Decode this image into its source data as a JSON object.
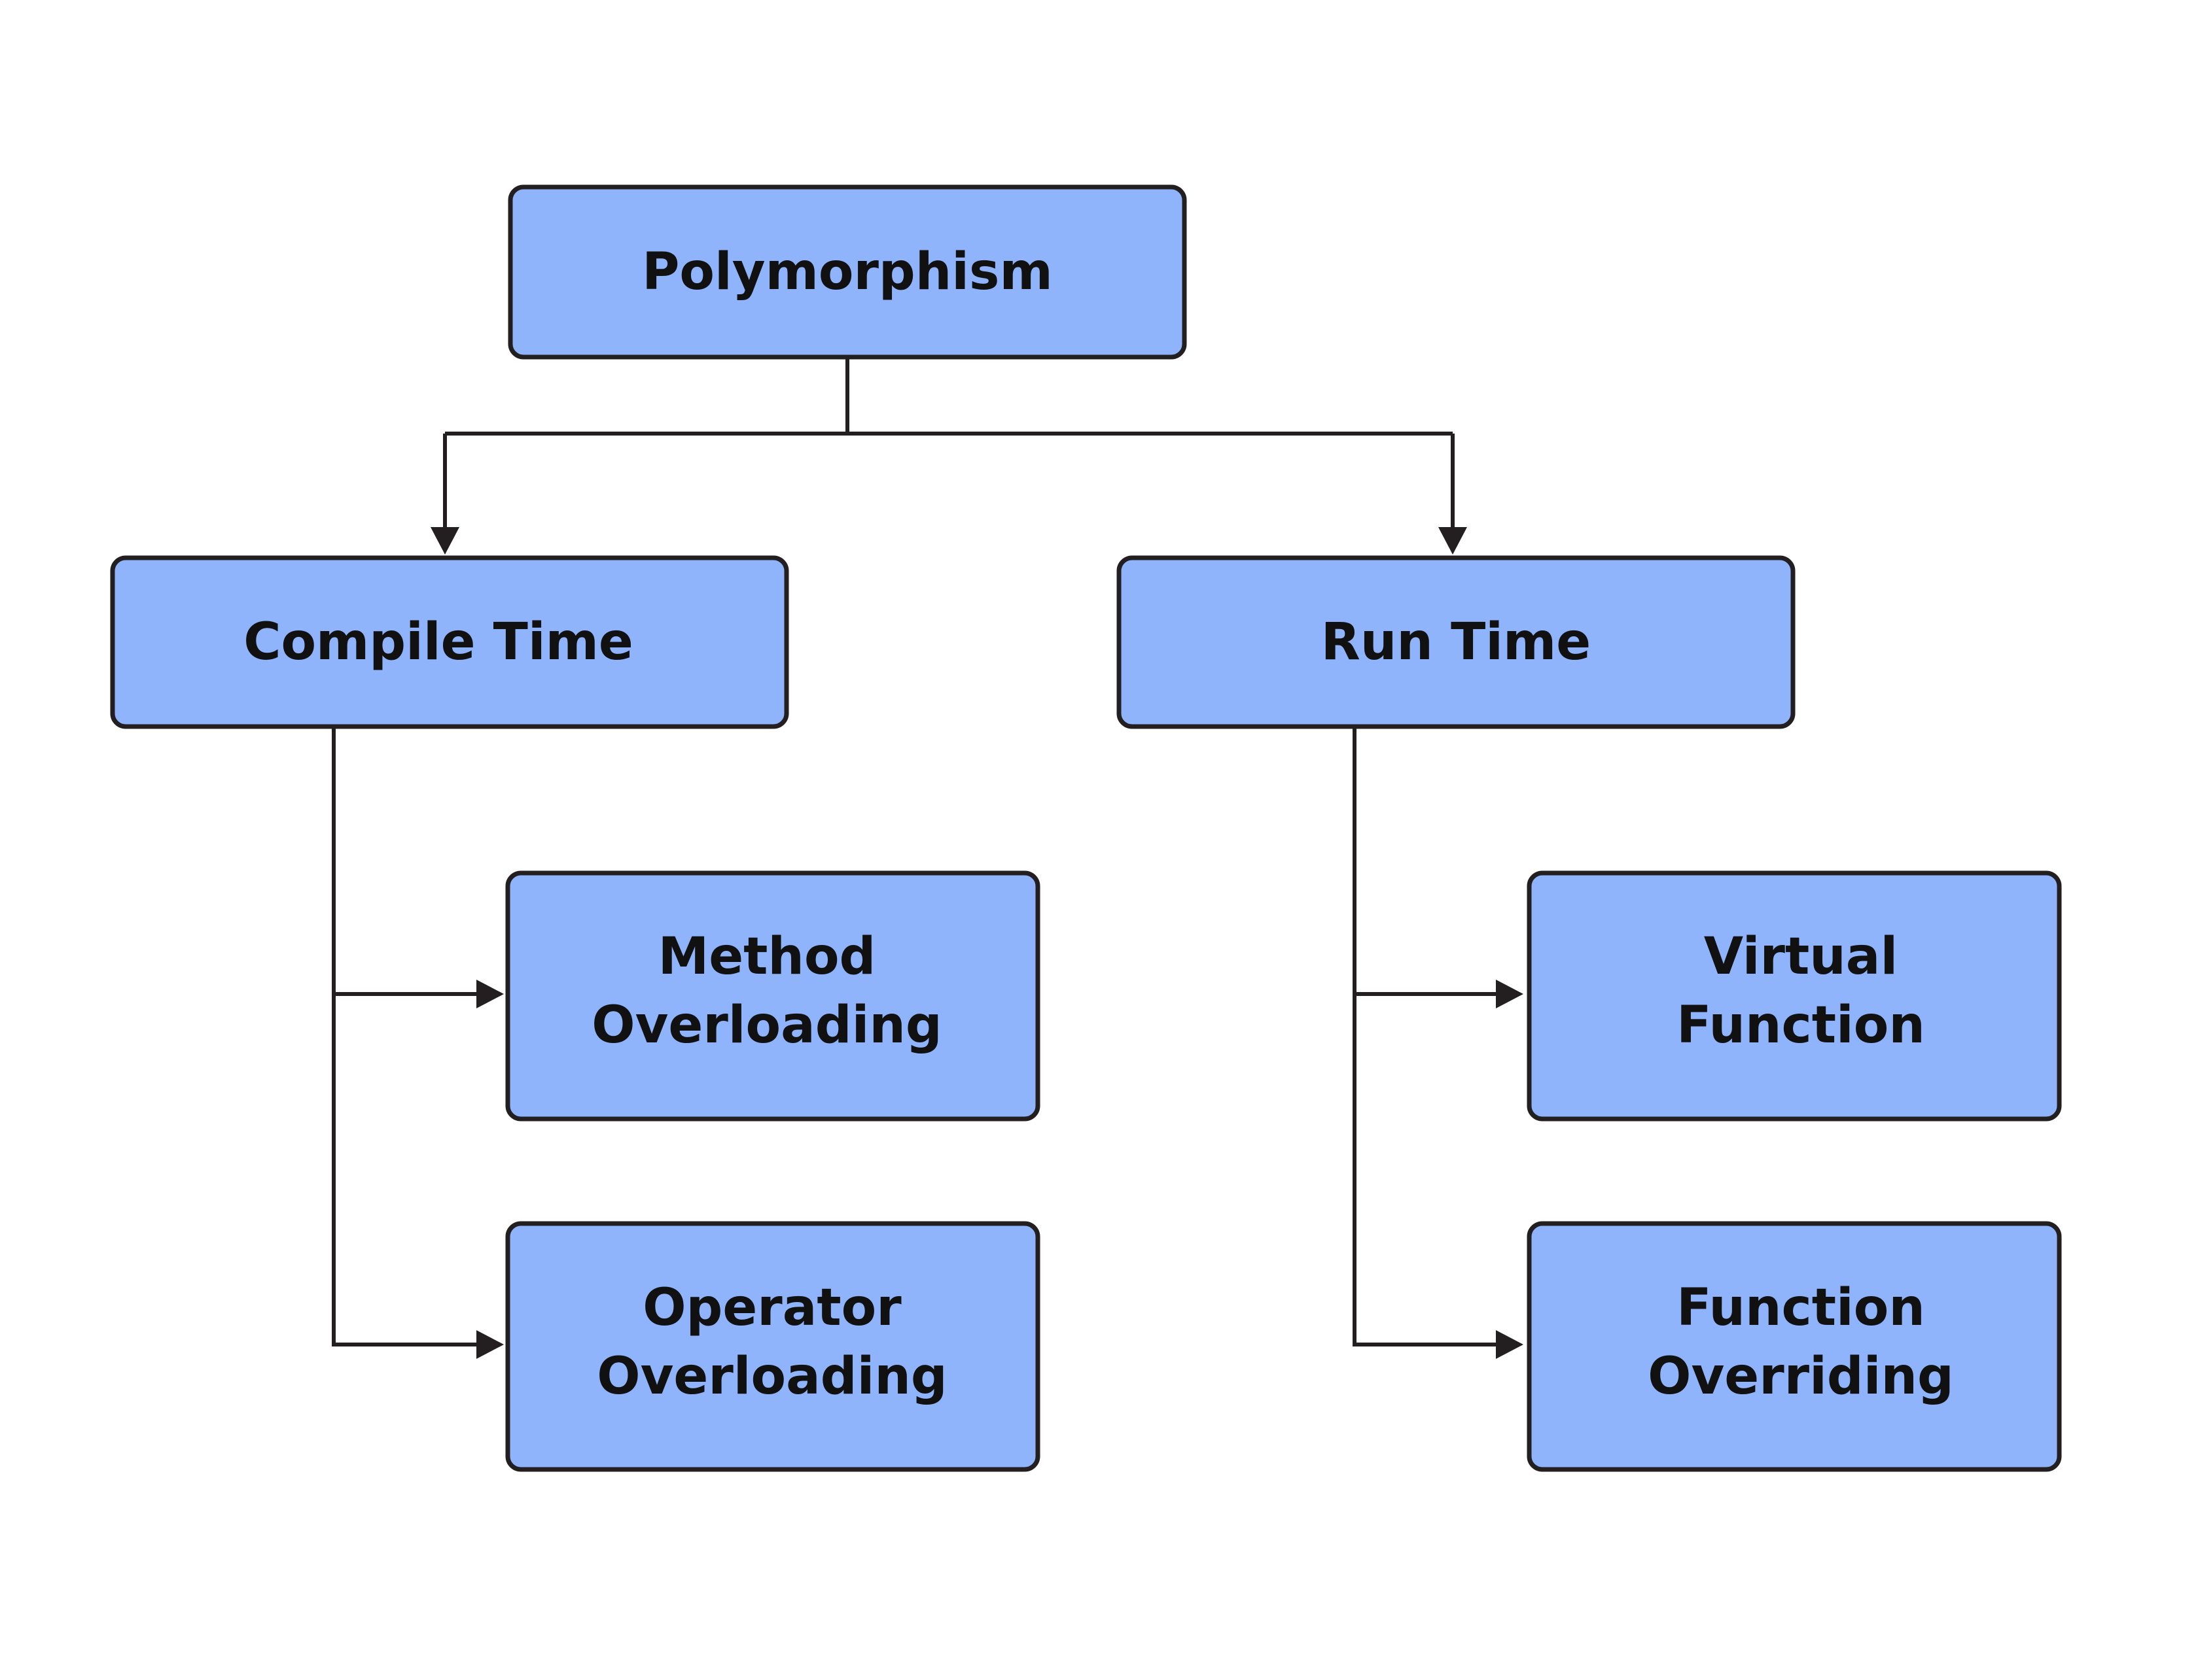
{
  "diagram": {
    "type": "tree",
    "colors": {
      "node_fill": "#8fb4fc",
      "node_stroke": "#231f20",
      "connector": "#231f20",
      "text": "#111111",
      "background": "#ffffff"
    },
    "root": {
      "label": "Polymorphism"
    },
    "branches": [
      {
        "label": "Compile Time",
        "children": [
          {
            "label_lines": [
              "Method",
              "Overloading"
            ]
          },
          {
            "label_lines": [
              "Operator",
              "Overloading"
            ]
          }
        ]
      },
      {
        "label": "Run Time",
        "children": [
          {
            "label_lines": [
              "Virtual",
              "Function"
            ]
          },
          {
            "label_lines": [
              "Function",
              "Overriding"
            ]
          }
        ]
      }
    ]
  }
}
